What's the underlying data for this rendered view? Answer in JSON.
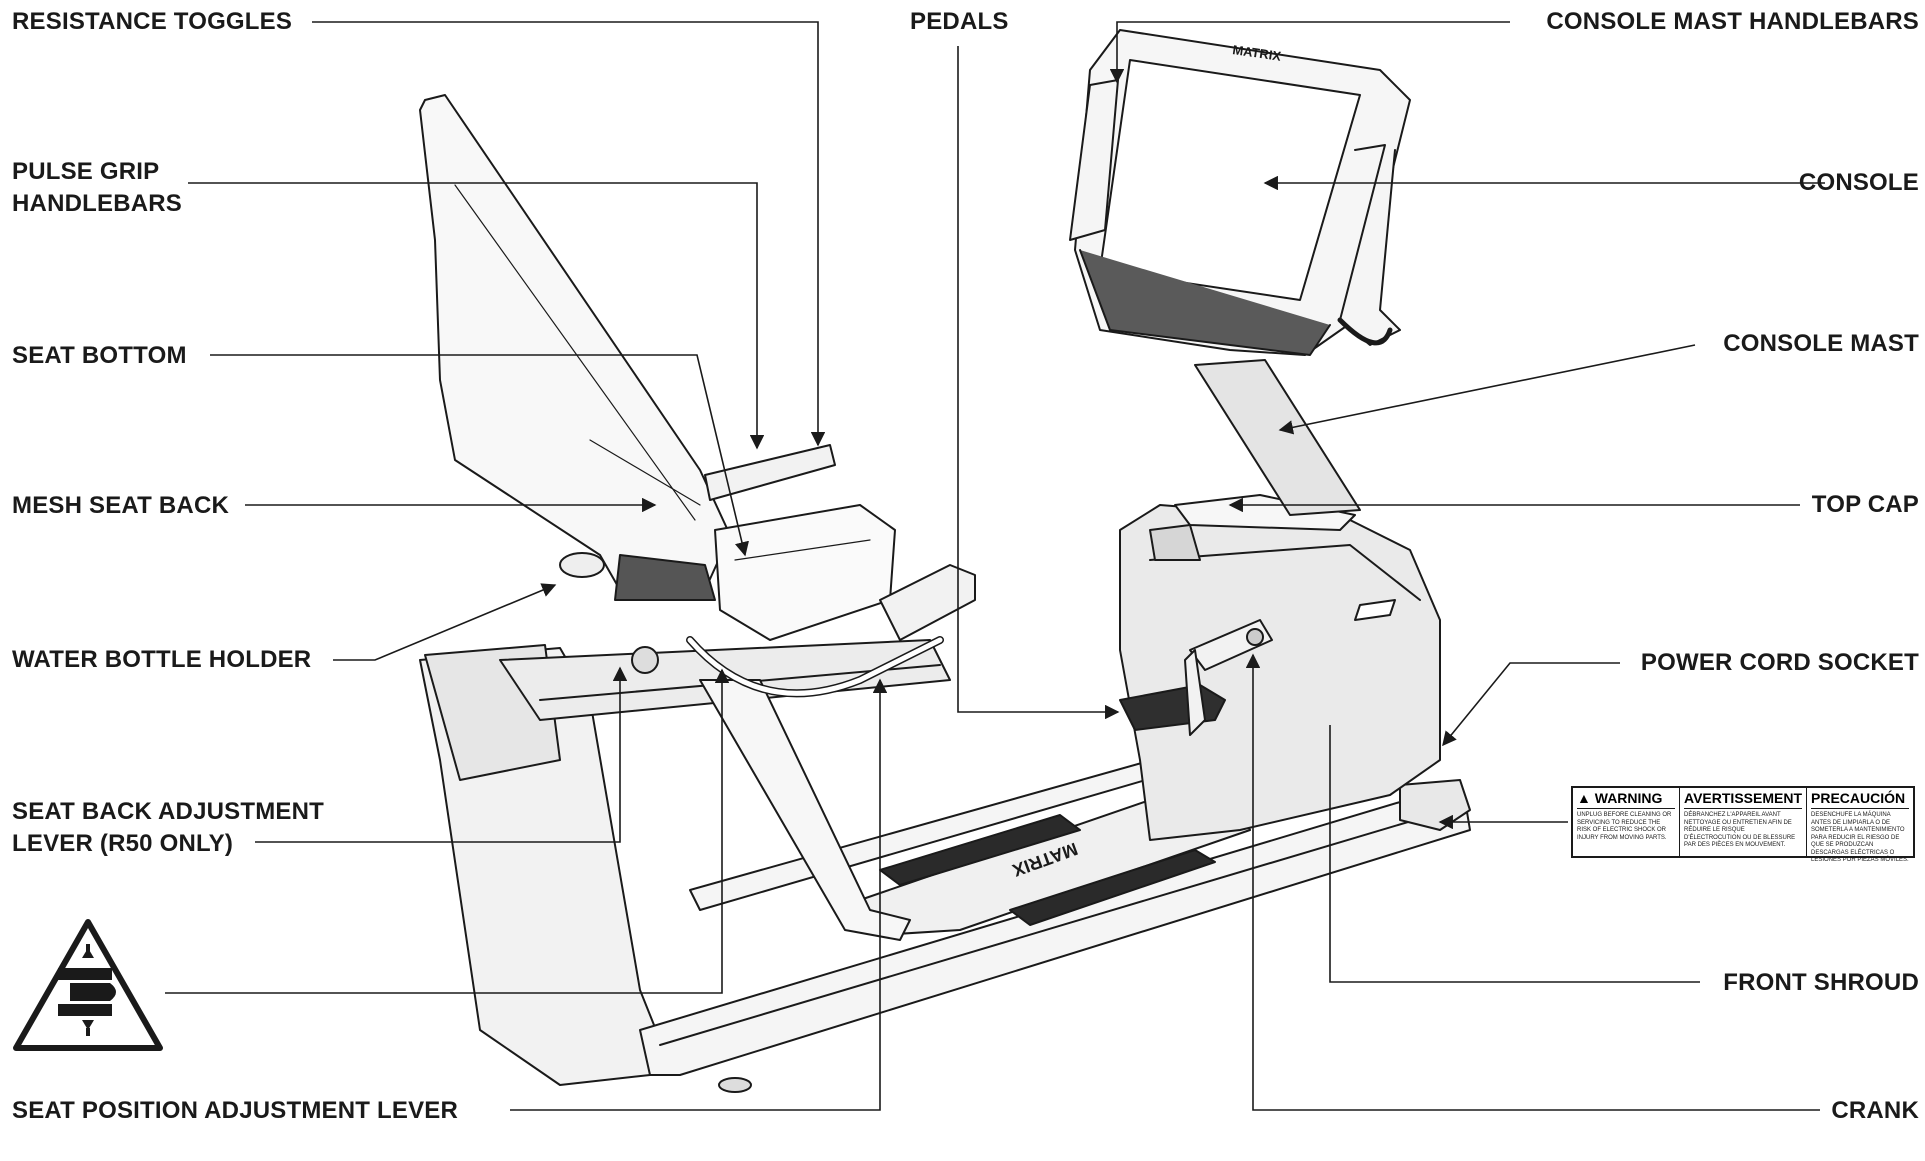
{
  "labels": {
    "resistance_toggles": "RESISTANCE TOGGLES",
    "pulse_grip_1": "PULSE GRIP",
    "pulse_grip_2": "HANDLEBARS",
    "seat_bottom": "SEAT BOTTOM",
    "mesh_seat_back": "MESH SEAT BACK",
    "water_bottle_holder": "WATER BOTTLE HOLDER",
    "seat_back_adj_1": "SEAT BACK ADJUSTMENT",
    "seat_back_adj_2": "LEVER (R50 ONLY)",
    "seat_position_lever": "SEAT POSITION ADJUSTMENT LEVER",
    "pedals": "PEDALS",
    "console_mast_handlebars": "CONSOLE MAST HANDLEBARS",
    "console": "CONSOLE",
    "console_mast": "CONSOLE MAST",
    "top_cap": "TOP CAP",
    "power_cord_socket": "POWER CORD SOCKET",
    "front_shroud": "FRONT SHROUD",
    "crank": "CRANK"
  },
  "branding": {
    "console_logo": "MATRIX",
    "deck_logo": "MATRIX"
  },
  "warning_label": {
    "columns": [
      {
        "heading": "▲ WARNING",
        "text": "Unplug before cleaning or servicing to reduce the risk of electric shock or injury from moving parts."
      },
      {
        "heading": "AVERTISSEMENT",
        "text": "Débranchez l'appareil avant nettoyage ou entretien afin de réduire le risque d'électrocution ou de blessure par des pièces en mouvement."
      },
      {
        "heading": "PRECAUCIÓN",
        "text": "Desenchufe la máquina antes de limpiarla o de someterla a mantenimiento para reducir el riesgo de que se produzcan descargas eléctricas o lesiones por piezas móviles."
      }
    ]
  },
  "icons": {
    "pinch_warning": "pinch-hazard-warning-icon"
  }
}
